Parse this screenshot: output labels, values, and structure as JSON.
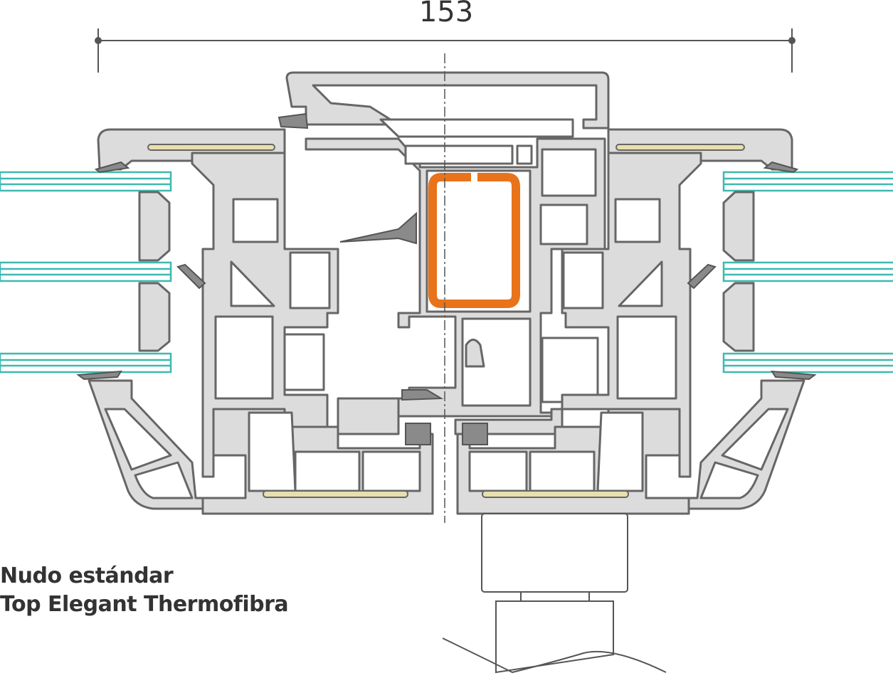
{
  "dimension": {
    "value": "153"
  },
  "caption": {
    "line1": "Nudo estándar",
    "line2": "Top Elegant Thermofibra"
  },
  "colors": {
    "profile": "#dcdcdc",
    "outline": "#666666",
    "glass": "#3db9b1",
    "reinforcement": "#e8731a",
    "insert": "#e8dfae"
  }
}
